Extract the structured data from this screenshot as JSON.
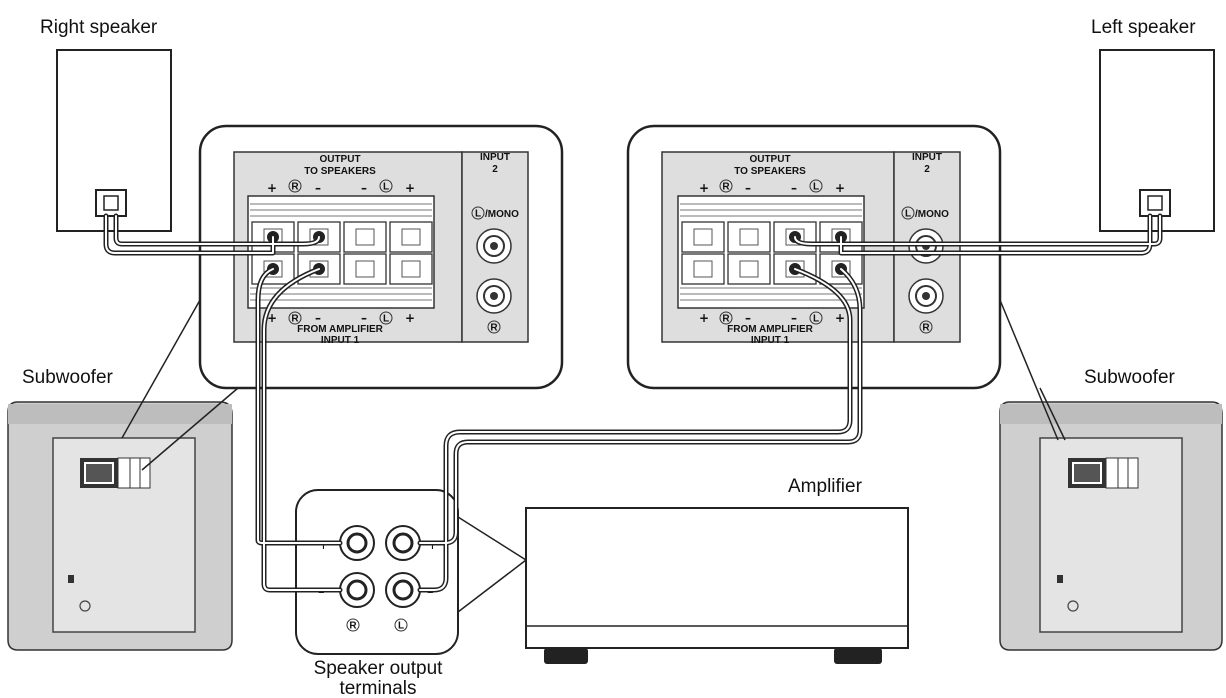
{
  "labels": {
    "right_speaker": "Right speaker",
    "left_speaker": "Left speaker",
    "subwoofer_left": "Subwoofer",
    "subwoofer_right": "Subwoofer",
    "amplifier": "Amplifier",
    "speaker_output_line1": "Speaker output",
    "speaker_output_line2": "terminals"
  },
  "panel": {
    "output": "OUTPUT",
    "to_speakers": "TO SPEAKERS",
    "input": "INPUT",
    "input_num": "2",
    "mono": "/MONO",
    "from_amplifier": "FROM AMPLIFIER",
    "input1": "INPUT 1",
    "r": "R",
    "l": "L",
    "plus": "+",
    "minus": "–"
  },
  "amp_terminals": {
    "plus": "+",
    "minus": "–",
    "r": "R",
    "l": "L"
  }
}
